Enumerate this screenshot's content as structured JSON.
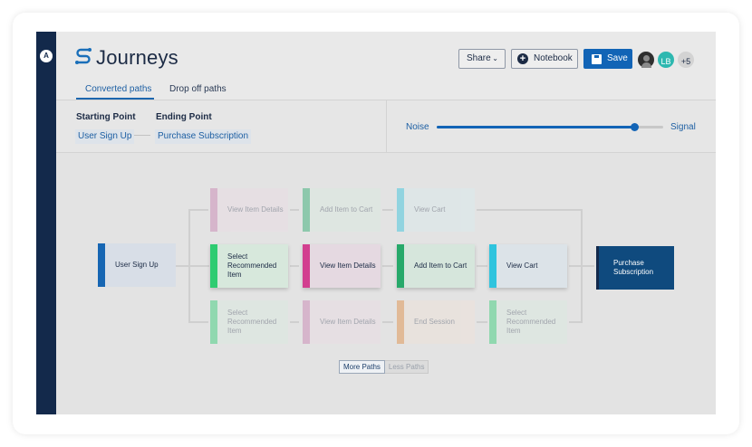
{
  "app": {
    "title": "Journeys",
    "logo_letter": "A"
  },
  "tabs": [
    {
      "label": "Converted paths",
      "active": true
    },
    {
      "label": "Drop off paths",
      "active": false
    }
  ],
  "toolbar": {
    "share_label": "Share",
    "notebook_label": "Notebook",
    "save_label": "Save",
    "avatars": [
      "",
      "LB",
      "+5"
    ]
  },
  "filters": {
    "starting_point_label": "Starting Point",
    "starting_point_value": "User Sign Up",
    "ending_point_label": "Ending Point",
    "ending_point_value": "Purchase Subscription"
  },
  "slider": {
    "left_label": "Noise",
    "right_label": "Signal",
    "value_fraction": 0.87
  },
  "journey": {
    "start_node": "User Sign Up",
    "end_node": "Purchase Subscription",
    "paths": [
      {
        "state": "faded",
        "steps": [
          "View Item Details",
          "Add Item to Cart",
          "View Cart"
        ]
      },
      {
        "state": "active",
        "steps": [
          "Select Recommended Item",
          "View Item Details",
          "Add Item to Cart",
          "View Cart"
        ]
      },
      {
        "state": "faded",
        "steps": [
          "Select Recommended Item",
          "View Item Details",
          "End Session",
          "Select Recommended Item"
        ]
      }
    ]
  },
  "paths_toggle": {
    "more_label": "More Paths",
    "less_label": "Less Paths"
  },
  "colors": {
    "rail": "#13294b",
    "accent": "#1264b6",
    "green": "#2ecc71",
    "pink": "#d23f8f",
    "emerald": "#27a96a",
    "cyan": "#2fc4de",
    "blue": "#1766b3",
    "navy": "#13294b",
    "orange": "#e08a3c",
    "lilac": "#c77fb0"
  }
}
